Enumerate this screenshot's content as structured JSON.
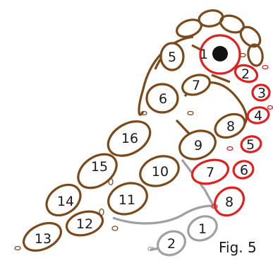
{
  "figure_label": "Fig. 5",
  "colors": {
    "brown": "#7a4a1a",
    "red": "#e02020",
    "grey": "#a0a0a0",
    "dot": "#111111"
  },
  "rings": [
    {
      "id": "brown-1",
      "label": "1",
      "color": "red"
    },
    {
      "id": "brown-2",
      "label": "2",
      "color": "red"
    },
    {
      "id": "brown-3",
      "label": "3",
      "color": "red"
    },
    {
      "id": "brown-4",
      "label": "4",
      "color": "red"
    },
    {
      "id": "brown-5",
      "label": "5",
      "color": "brown"
    },
    {
      "id": "brown-6",
      "label": "6",
      "color": "brown"
    },
    {
      "id": "brown-7",
      "label": "7",
      "color": "brown"
    },
    {
      "id": "brown-8",
      "label": "8",
      "color": "brown"
    },
    {
      "id": "brown-9",
      "label": "9",
      "color": "brown"
    },
    {
      "id": "brown-10",
      "label": "10",
      "color": "brown"
    },
    {
      "id": "brown-11",
      "label": "11",
      "color": "brown"
    },
    {
      "id": "brown-12",
      "label": "12",
      "color": "brown"
    },
    {
      "id": "brown-13",
      "label": "13",
      "color": "brown"
    },
    {
      "id": "brown-14",
      "label": "14",
      "color": "brown"
    },
    {
      "id": "brown-15",
      "label": "15",
      "color": "brown"
    },
    {
      "id": "brown-16",
      "label": "16",
      "color": "brown"
    },
    {
      "id": "red-5",
      "label": "5",
      "color": "red"
    },
    {
      "id": "red-6",
      "label": "6",
      "color": "red"
    },
    {
      "id": "red-7",
      "label": "7",
      "color": "red"
    },
    {
      "id": "red-8",
      "label": "8",
      "color": "red"
    },
    {
      "id": "grey-1",
      "label": "1",
      "color": "grey"
    },
    {
      "id": "grey-2",
      "label": "2",
      "color": "grey"
    }
  ]
}
